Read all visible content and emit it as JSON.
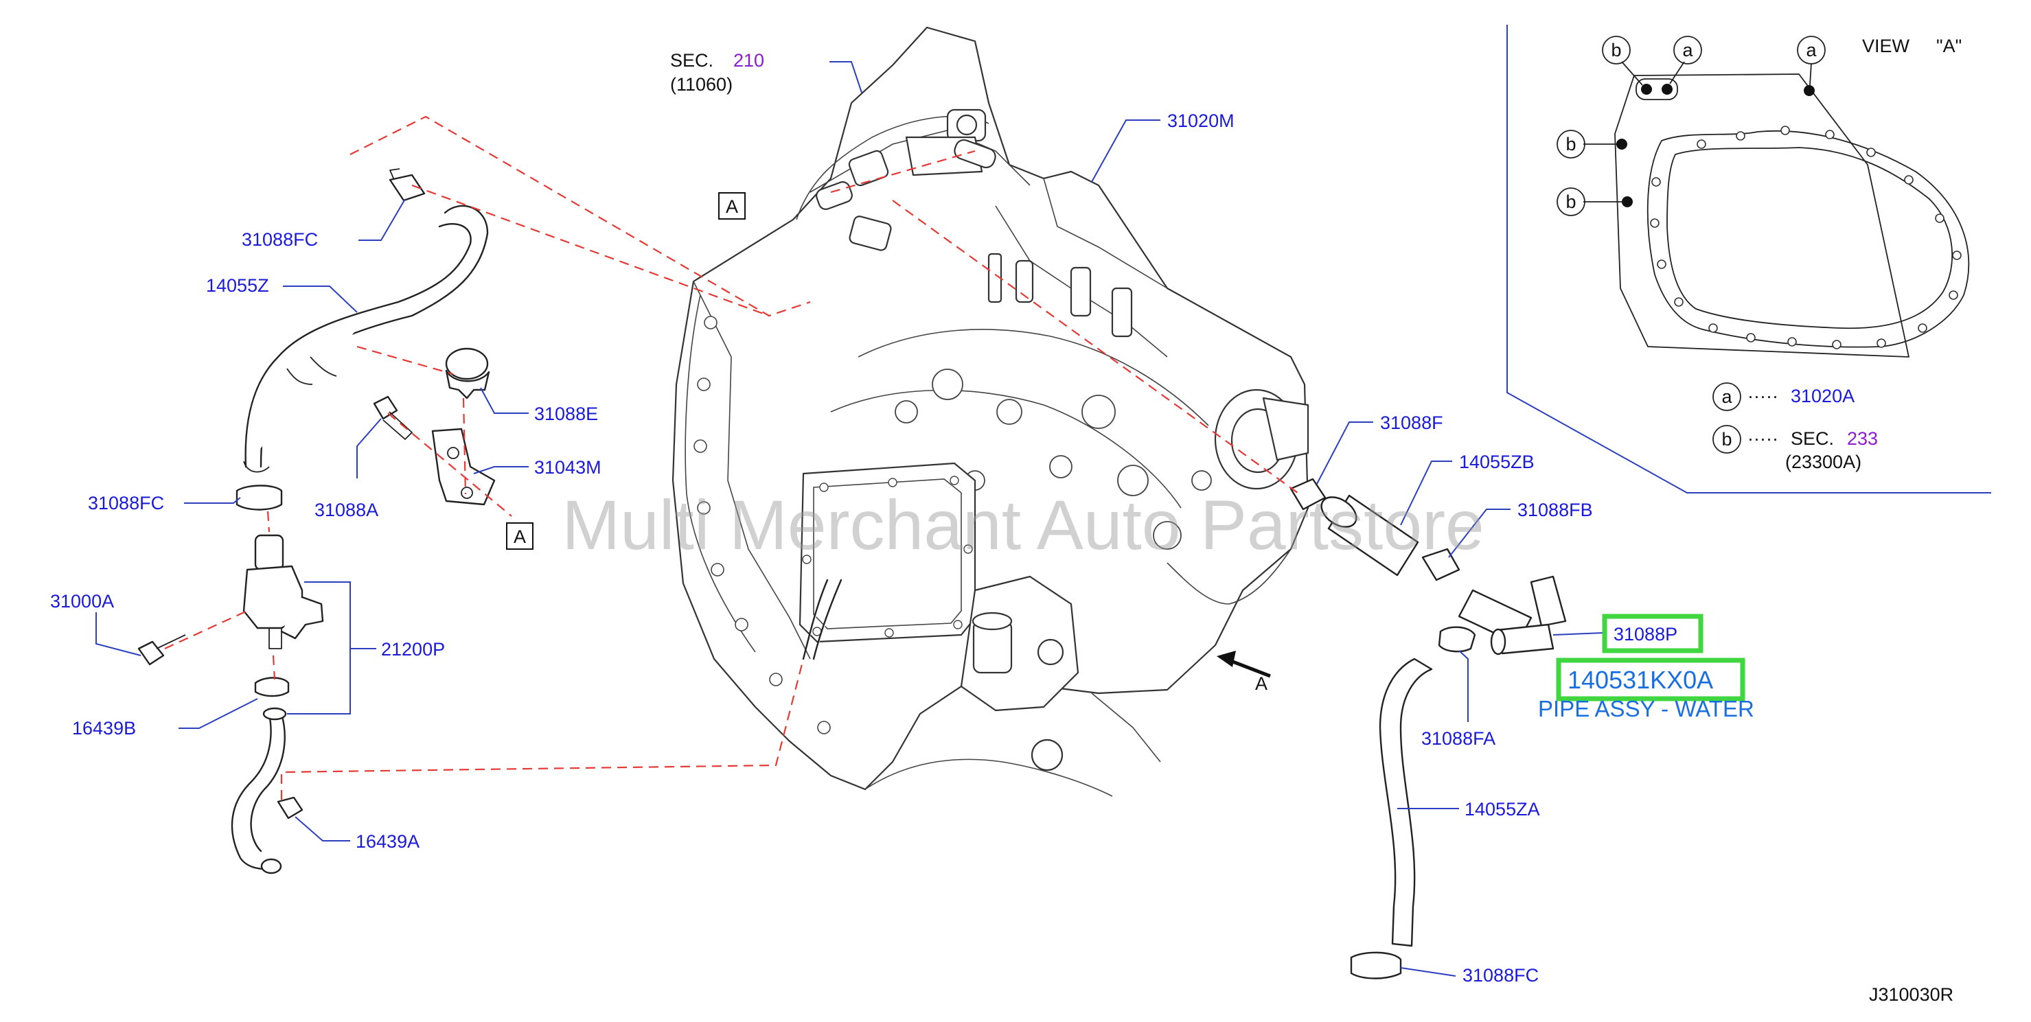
{
  "watermark": "Multi Merchant Auto Partstore",
  "diagram_code": "J310030R",
  "sec_210": {
    "prefix": "SEC.",
    "number": "210",
    "ref": "(11060)"
  },
  "view_a": {
    "title": "VIEW",
    "title_ref": "\"A\"",
    "markers": {
      "a": "a",
      "b": "b"
    },
    "legend": [
      {
        "marker": "a",
        "dots": "·····",
        "text": "31020A"
      },
      {
        "marker": "b",
        "dots": "·····",
        "text": "SEC.",
        "number": "233",
        "ref": "(23300A)"
      }
    ]
  },
  "arrow_label": "A",
  "box_label": "A",
  "highlight": {
    "part": "31088P",
    "pipe_number": "140531KX0A",
    "pipe_name": "PIPE ASSY - WATER",
    "color": "#3fd63f"
  },
  "colors": {
    "label": "#1a1adb",
    "dashed": "#e53935",
    "section": "#8a1ccf"
  },
  "labels": {
    "l31088FC_top": "31088FC",
    "l14055Z": "14055Z",
    "l31088E": "31088E",
    "l31043M": "31043M",
    "l31088A": "31088A",
    "l31088FC_mid": "31088FC",
    "l31000A": "31000A",
    "l21200P": "21200P",
    "l16439B": "16439B",
    "l16439A": "16439A",
    "l31020M": "31020M",
    "l31088F": "31088F",
    "l14055ZB": "14055ZB",
    "l31088FB": "31088FB",
    "l31088FA": "31088FA",
    "l14055ZA": "14055ZA",
    "l31088FC_bot": "31088FC"
  }
}
